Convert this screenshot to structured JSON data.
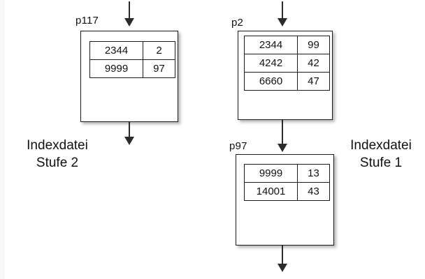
{
  "diagram": {
    "background_color": "#ffffff",
    "line_color": "#1a1a1a",
    "arrow_color": "#2b2b2b"
  },
  "nodes": [
    {
      "id": "p117",
      "label": "p117",
      "rows": [
        {
          "key": "2344",
          "value": "2"
        },
        {
          "key": "9999",
          "value": "97"
        }
      ]
    },
    {
      "id": "p2",
      "label": "p2",
      "rows": [
        {
          "key": "2344",
          "value": "99"
        },
        {
          "key": "4242",
          "value": "42"
        },
        {
          "key": "6660",
          "value": "47"
        }
      ]
    },
    {
      "id": "p97",
      "label": "p97",
      "rows": [
        {
          "key": "9999",
          "value": "13"
        },
        {
          "key": "14001",
          "value": "43"
        }
      ]
    }
  ],
  "captions": {
    "left": {
      "line1": "Indexdatei",
      "line2": "Stufe 2"
    },
    "right": {
      "line1": "Indexdatei",
      "line2": "Stufe 1"
    }
  }
}
